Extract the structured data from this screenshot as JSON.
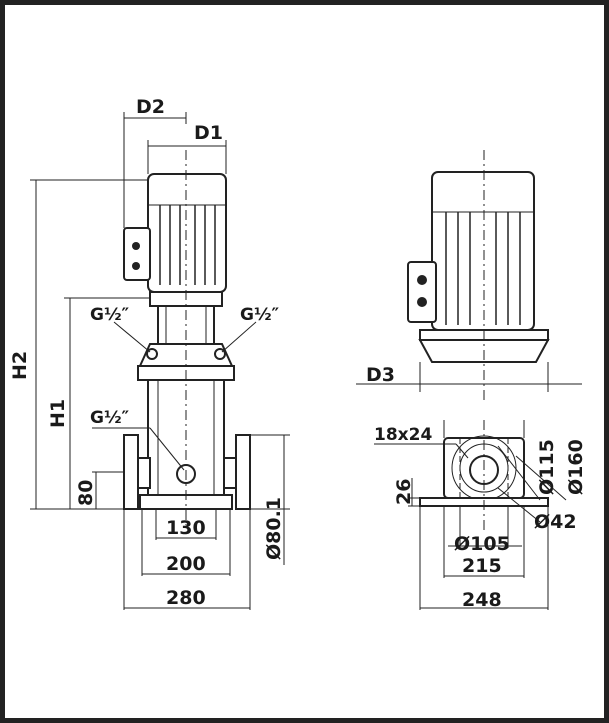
{
  "colors": {
    "line": "#222222",
    "background": "#ffffff"
  },
  "labels": {
    "d2": "D2",
    "d1": "D1",
    "d3": "D3",
    "h2": "H2",
    "h1": "H1",
    "thread_left": "G½″",
    "thread_right": "G½″",
    "thread_drain": "G½″",
    "dim_80": "80",
    "dim_130": "130",
    "dim_200": "200",
    "dim_280": "280",
    "dim_d80_1": "Ø80.1",
    "holes": "18x24",
    "dim_26": "26",
    "dim_d115": "Ø115",
    "dim_d160": "Ø160",
    "dim_d42": "Ø42",
    "dim_d105": "Ø105",
    "dim_215": "215",
    "dim_248": "248"
  }
}
